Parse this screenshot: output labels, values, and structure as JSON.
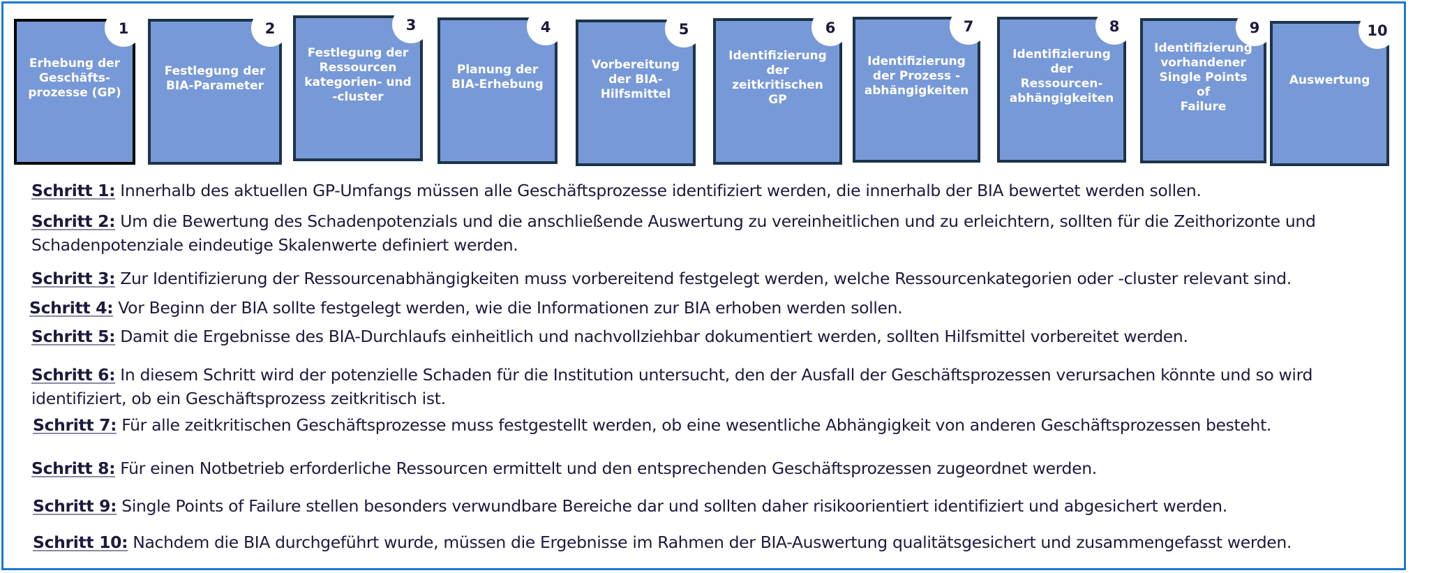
{
  "colors": {
    "frame_border": "#1a7ad0",
    "box_fill": "#7899d8",
    "box_border": "#1c3447",
    "first_box_border": "#000000",
    "badge_fill": "#ffffff",
    "text": "#1b1b3d"
  },
  "steps": [
    {
      "number": "1",
      "title": "Erhebung der\nGeschäfts-\nprozesse (GP)"
    },
    {
      "number": "2",
      "title": "Festlegung der\nBIA-Parameter"
    },
    {
      "number": "3",
      "title": "Festlegung der\nRessourcen\nkategorien- und\n-cluster"
    },
    {
      "number": "4",
      "title": "Planung der\nBIA-Erhebung"
    },
    {
      "number": "5",
      "title": "Vorbereitung\nder BIA-\nHilfsmittel"
    },
    {
      "number": "6",
      "title": "Identifizierung\nder\nzeitkritischen\nGP"
    },
    {
      "number": "7",
      "title": "Identifizierung\nder Prozess -\nabhängigkeiten"
    },
    {
      "number": "8",
      "title": "Identifizierung\nder Ressourcen-\nabhängigkeiten"
    },
    {
      "number": "9",
      "title": "Identifizierung\nvorhandener\nSingle Points of\nFailure"
    },
    {
      "number": "10",
      "title": "Auswertung"
    }
  ],
  "descriptions": [
    {
      "label": "Schritt 1:",
      "text": " Innerhalb des aktuellen GP-Umfangs müssen alle Geschäftsprozesse identifiziert werden, die innerhalb der BIA bewertet werden sollen.",
      "continuation": ""
    },
    {
      "label": "Schritt 2:",
      "text": " Um die Bewertung des Schadenpotenzials und die anschließende Auswertung zu vereinheitlichen und zu erleichtern, sollten für die Zeithorizonte und",
      "continuation": "Schadenpotenziale eindeutige Skalenwerte definiert werden."
    },
    {
      "label": "Schritt 3:",
      "text": " Zur Identifizierung der Ressourcenabhängigkeiten muss vorbereitend festgelegt werden, welche Ressourcenkategorien oder -cluster relevant sind.",
      "continuation": ""
    },
    {
      "label": "Schritt 4:",
      "text": " Vor Beginn der BIA sollte festgelegt werden, wie die Informationen zur BIA erhoben werden sollen.",
      "continuation": ""
    },
    {
      "label": "Schritt 5:",
      "text": " Damit die Ergebnisse des BIA-Durchlaufs einheitlich und nachvollziehbar dokumentiert werden, sollten Hilfsmittel vorbereitet werden.",
      "continuation": ""
    },
    {
      "label": "Schritt 6:",
      "text": " In diesem Schritt wird der potenzielle Schaden für die Institution untersucht, den der Ausfall der Geschäftsprozessen verursachen könnte und so wird",
      "continuation": "identifiziert, ob ein Geschäftsprozess zeitkritisch ist."
    },
    {
      "label": "Schritt 7:",
      "text": " Für alle zeitkritischen Geschäftsprozesse muss festgestellt werden, ob eine wesentliche Abhängigkeit von anderen Geschäftsprozessen besteht.",
      "continuation": ""
    },
    {
      "label": "Schritt 8:",
      "text": " Für einen Notbetrieb erforderliche Ressourcen ermittelt und den entsprechenden Geschäftsprozessen zugeordnet werden.",
      "continuation": ""
    },
    {
      "label": "Schritt 9:",
      "text": " Single Points of Failure stellen besonders verwundbare Bereiche dar und sollten daher risikoorientiert identifiziert und abgesichert werden.",
      "continuation": ""
    },
    {
      "label": "Schritt 10:",
      "text": " Nachdem die BIA durchgeführt wurde, müssen die Ergebnisse im Rahmen der BIA-Auswertung qualitätsgesichert und zusammengefasst werden.",
      "continuation": ""
    }
  ]
}
